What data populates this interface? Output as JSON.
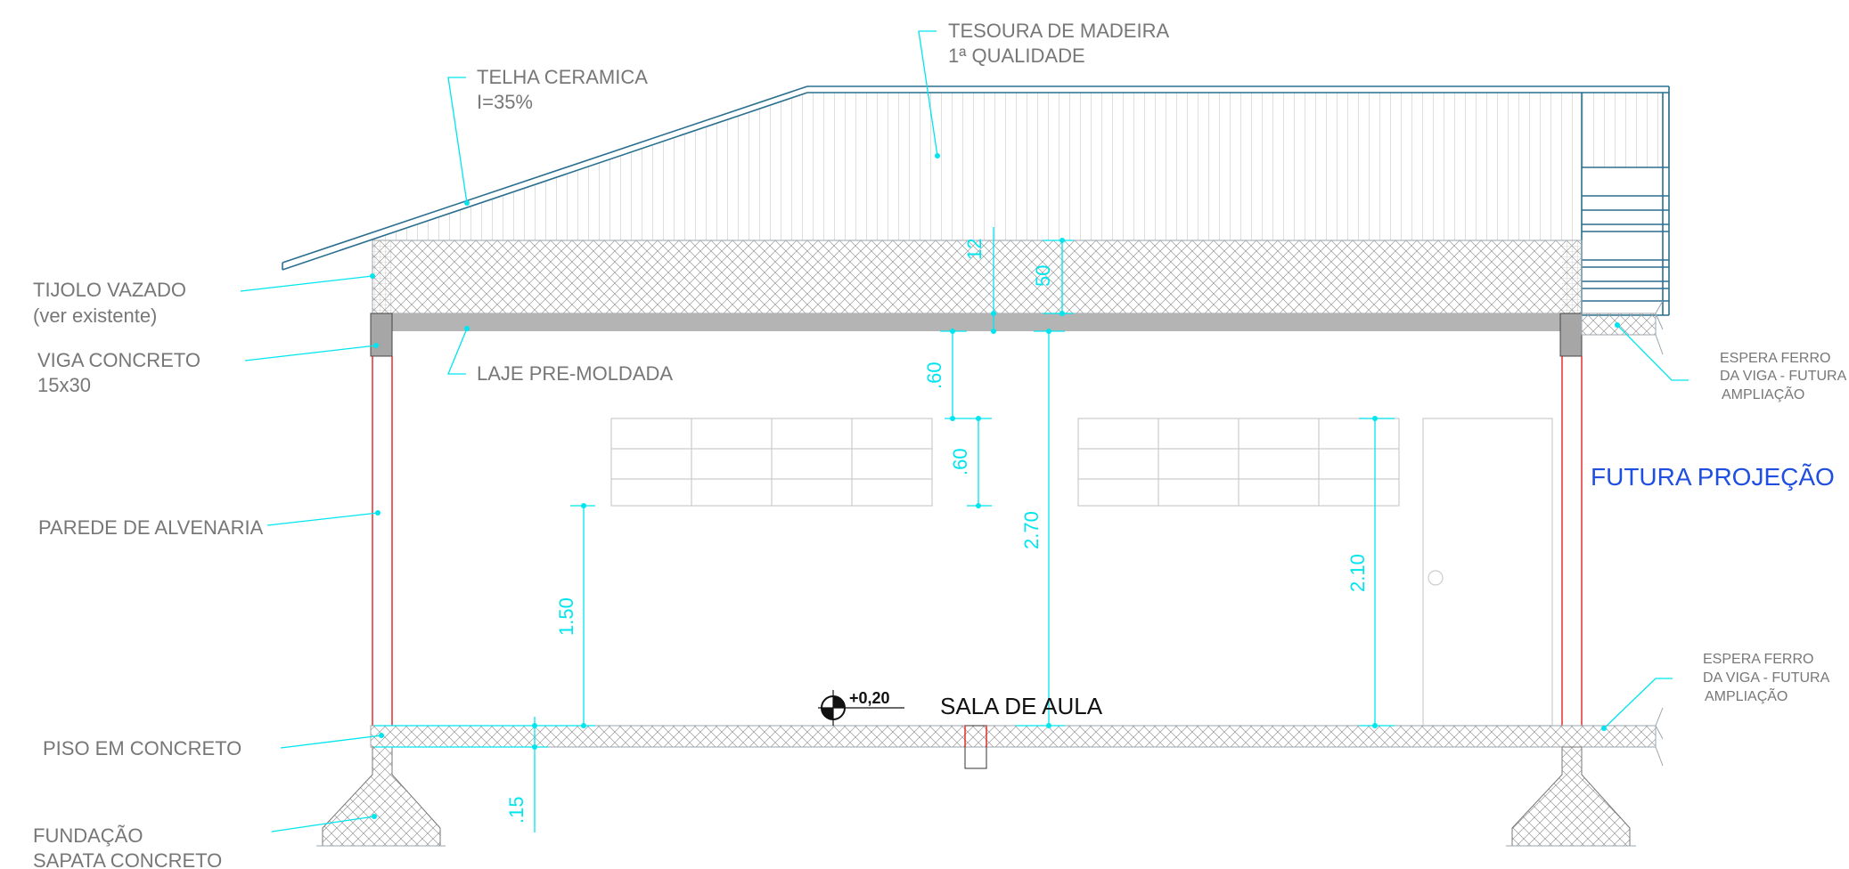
{
  "labels": {
    "tesoura_line1": "TESOURA DE MADEIRA",
    "tesoura_line2": "1ª QUALIDADE",
    "telha_line1": "TELHA CERAMICA",
    "telha_line2": "I=35%",
    "tijolo_line1": "TIJOLO VAZADO",
    "tijolo_line2": "(ver existente)",
    "viga_line1": "VIGA CONCRETO",
    "viga_line2": "15x30",
    "laje": "LAJE PRE-MOLDADA",
    "parede": "PAREDE DE ALVENARIA",
    "piso": "PISO EM CONCRETO",
    "fundacao_line1": "FUNDAÇÃO",
    "fundacao_line2": "SAPATA CONCRETO",
    "espera_top_line1": "ESPERA FERRO",
    "espera_top_line2": "DA VIGA - FUTURA",
    "espera_top_line3": "AMPLIAÇÃO",
    "espera_bottom_line1": "ESPERA FERRO",
    "espera_bottom_line2": "DA VIGA - FUTURA",
    "espera_bottom_line3": "AMPLIAÇÃO",
    "futura": "FUTURA PROJEÇÃO",
    "sala": "SALA DE AULA",
    "level_mark": "+0,20"
  },
  "dimensions": {
    "d12": "12",
    "d50": "50",
    "d60_upper": ".60",
    "d60_lower": ".60",
    "d270": "2.70",
    "d210": "2.10",
    "d150": "1.50",
    "d15": ".15"
  },
  "colors": {
    "dimension": "#00e5ee",
    "roof": "#2a6f8f",
    "wall": "#e02020",
    "slab": "#b4b4b4",
    "future_text": "#1f4fe0",
    "label_text": "#777777"
  }
}
